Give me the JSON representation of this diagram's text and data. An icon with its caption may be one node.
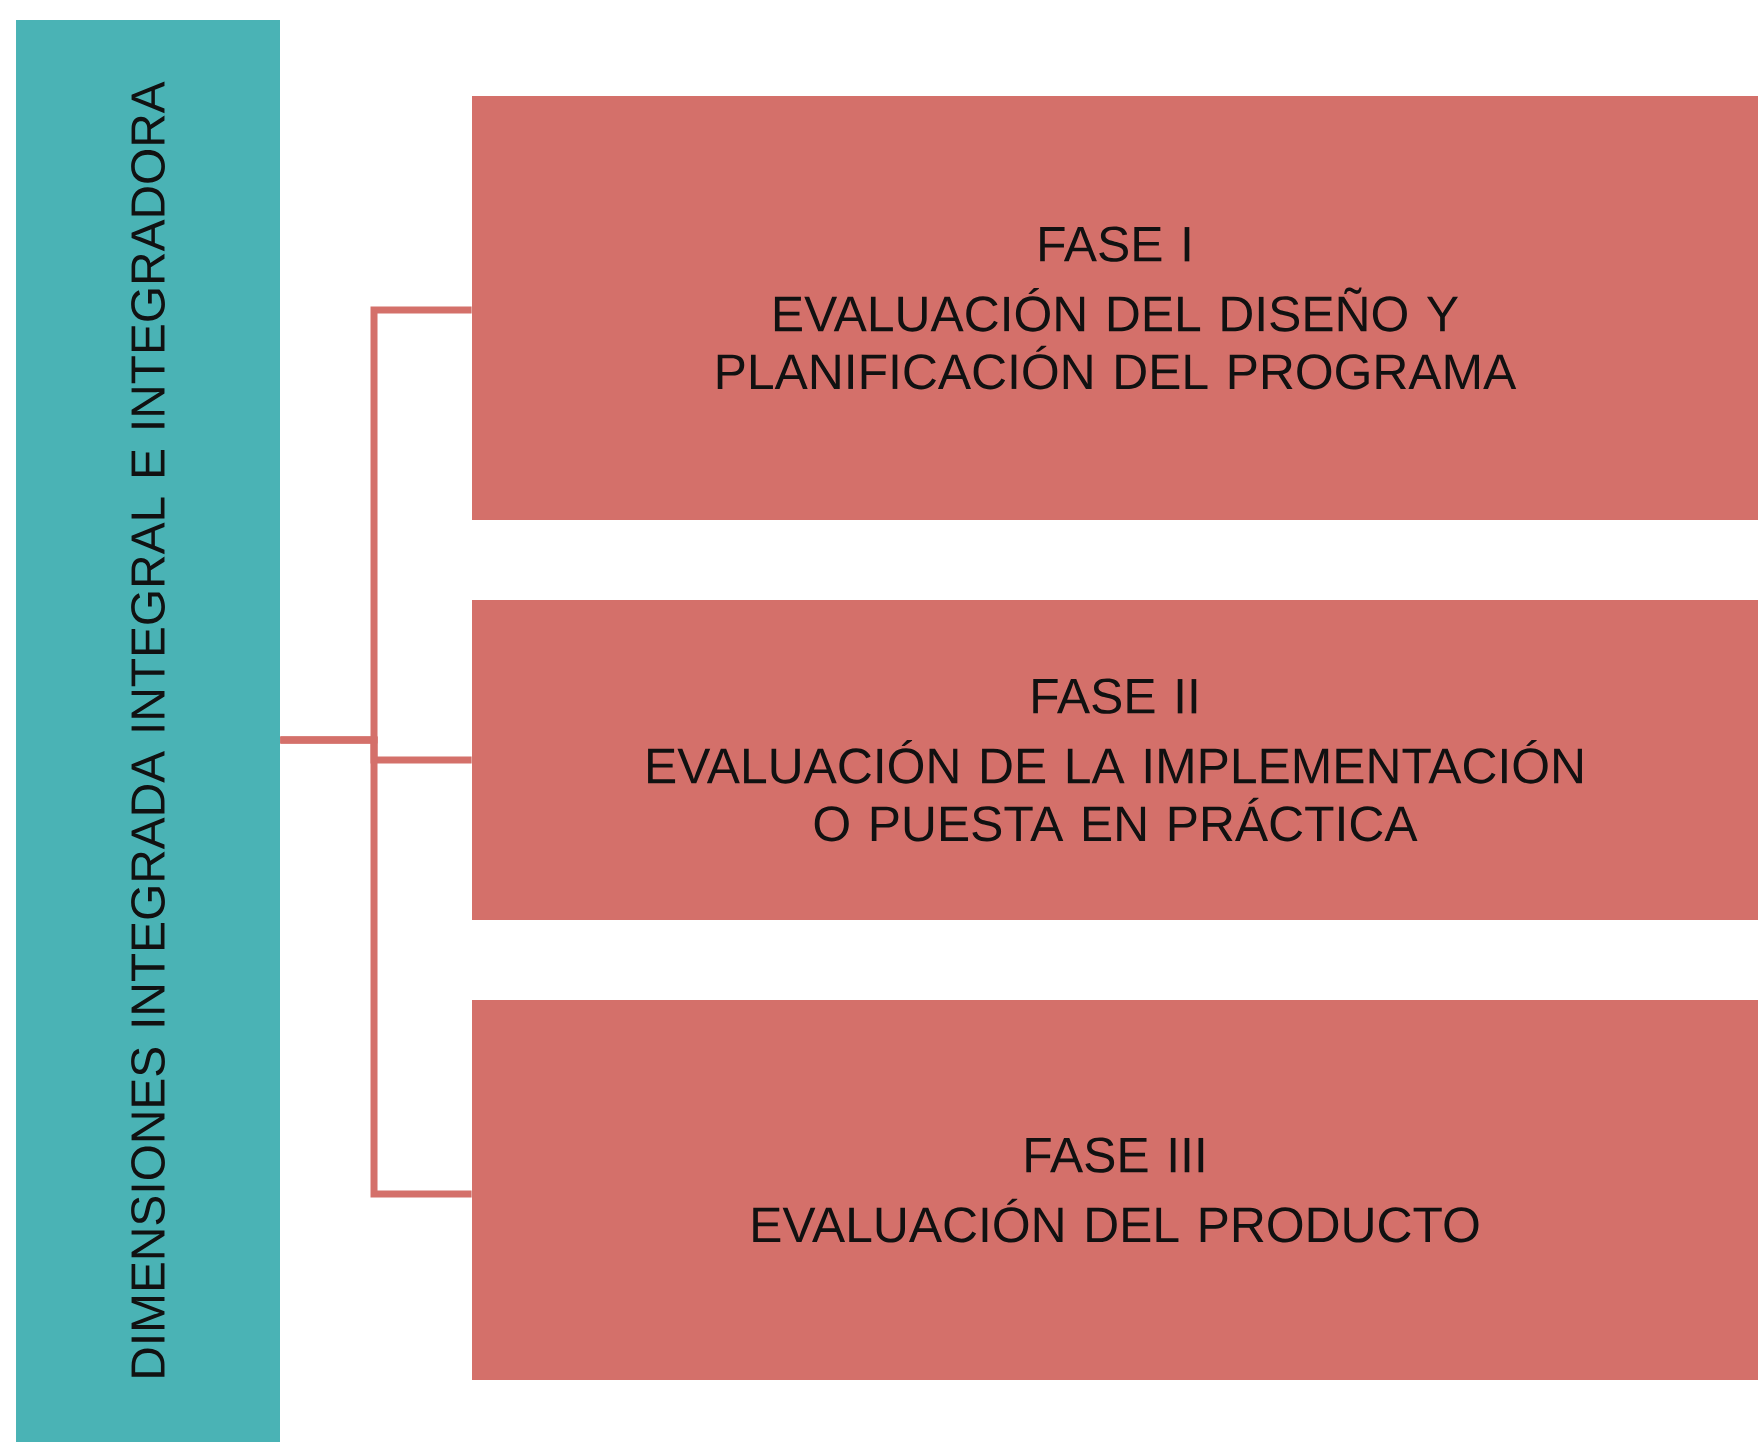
{
  "diagram": {
    "nodes": [
      {
        "text": [
          "DIMENSIONES INTEGRADA INTEGRAL E INTEGRADORA"
        ]
      },
      {
        "text": [
          "FASE I",
          "EVALUACIÓN DEL DISEÑO Y PLANIFICACIÓN DEL PROGRAMA"
        ]
      },
      {
        "text": [
          "FASE II",
          "EVALUACIÓN DE LA IMPLEMENTACIÓN O PUESTA EN PRÁCTICA"
        ]
      },
      {
        "text": [
          "FASE III",
          "EVALUACIÓN DEL PRODUCTO"
        ]
      }
    ],
    "edges": [
      {
        "from": 0,
        "to": 1,
        "arrow": "none"
      },
      {
        "from": 0,
        "to": 2,
        "arrow": "none"
      },
      {
        "from": 0,
        "to": 3,
        "arrow": "none"
      }
    ]
  }
}
